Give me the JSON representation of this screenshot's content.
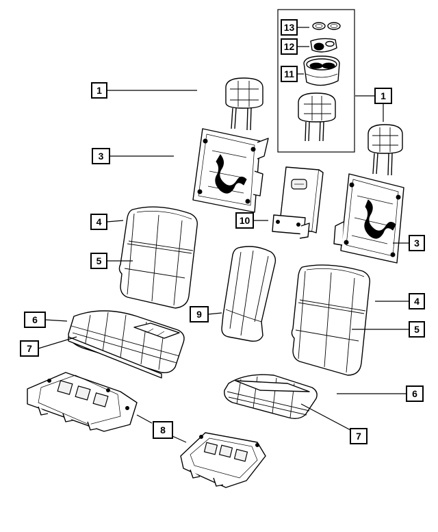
{
  "callouts": {
    "c1a": "1",
    "c1b": "1",
    "c3a": "3",
    "c3b": "3",
    "c4a": "4",
    "c4b": "4",
    "c5a": "5",
    "c5b": "5",
    "c6a": "6",
    "c6b": "6",
    "c7a": "7",
    "c7b": "7",
    "c8": "8",
    "c9": "9",
    "c10": "10",
    "c11": "11",
    "c12": "12",
    "c13": "13"
  },
  "parts": {
    "headrest": "headrest-icon",
    "seatback_frame": "seatback-frame-icon",
    "seatback_pad": "seatback-pad-icon",
    "seatback_cover": "seatback-cover-icon",
    "cushion_cover": "seat-cushion-cover-icon",
    "cushion_pad": "seat-cushion-pad-icon",
    "cushion_frame": "seat-cushion-frame-icon",
    "armrest": "armrest-icon",
    "armrest_bracket": "armrest-bracket-icon",
    "cupholder": "cupholder-icon",
    "cupholder_insert": "cupholder-insert-icon",
    "cupholder_mat": "cupholder-mat-icon"
  }
}
